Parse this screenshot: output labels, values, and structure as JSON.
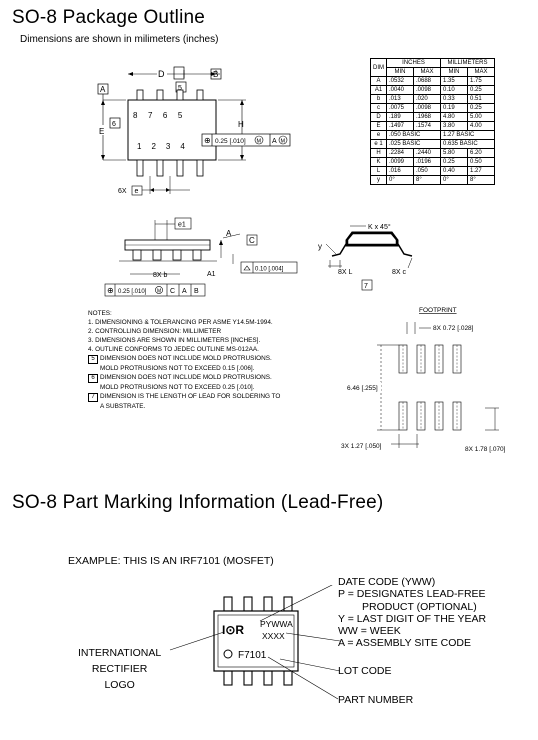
{
  "title": "SO-8  Package Outline",
  "subtitle": "Dimensions are shown in milimeters (inches)",
  "top_view": {
    "label_D": "D",
    "label_B": "B",
    "label_A": "A",
    "label_E": "E",
    "label_H": "H",
    "flag_5": "5",
    "flag_6": "6",
    "pins_top": [
      "8",
      "7",
      "6",
      "5"
    ],
    "pins_bottom": [
      "1",
      "2",
      "3",
      "4"
    ],
    "tol_sym": "⊕",
    "tol_value": "0.25 [.010]",
    "tol_mod": "M",
    "tol_ref": "A",
    "tol_mod2": "M",
    "pitch_label": "6X",
    "pitch_sym": "e"
  },
  "side_view": {
    "e1": "e1",
    "A": "A",
    "C": "C",
    "A1": "A1",
    "b": "8X b",
    "flat_value": "0.10 [.004]",
    "tol_value": "0.25 [.010]",
    "tol_mod": "M",
    "ref_c": "C",
    "ref_a": "A",
    "ref_b": "B"
  },
  "end_view": {
    "chamfer": "K x 45°",
    "y": "y",
    "L": "8X L",
    "c": "8X c",
    "note7": "7"
  },
  "dim_table": {
    "header_dim": "DIM",
    "header_inches": "INCHES",
    "header_mm": "MILLIMETERS",
    "sub": [
      "MIN",
      "MAX",
      "MIN",
      "MAX"
    ],
    "rows": [
      [
        "A",
        ".0532",
        ".0688",
        "1.35",
        "1.75"
      ],
      [
        "A1",
        ".0040",
        ".0098",
        "0.10",
        "0.25"
      ],
      [
        "b",
        ".013",
        ".020",
        "0.33",
        "0.51"
      ],
      [
        "c",
        ".0075",
        ".0098",
        "0.19",
        "0.25"
      ],
      [
        "D",
        ".189",
        ".1968",
        "4.80",
        "5.00"
      ],
      [
        "E",
        ".1497",
        ".1574",
        "3.80",
        "4.00"
      ],
      [
        "e",
        ".050 BASIC",
        "",
        "1.27 BASIC",
        ""
      ],
      [
        "e 1",
        ".025 BASIC",
        "",
        "0.635 BASIC",
        ""
      ],
      [
        "H",
        ".2284",
        ".2440",
        "5.80",
        "6.20"
      ],
      [
        "K",
        ".0099",
        ".0196",
        "0.25",
        "0.50"
      ],
      [
        "L",
        ".016",
        ".050",
        "0.40",
        "1.27"
      ],
      [
        "y",
        "0°",
        "8°",
        "0°",
        "8°"
      ]
    ]
  },
  "notes": {
    "heading": "NOTES:",
    "items": [
      "1.  DIMENSIONING & TOLERANCING PER ASME Y14.5M-1994.",
      "2.  CONTROLLING DIMENSION: MILLIMETER",
      "3.  DIMENSIONS ARE SHOWN IN MILLIMETERS [INCHES].",
      "4.  OUTLINE CONFORMS TO JEDEC OUTLINE MS-012AA."
    ],
    "flagged": [
      {
        "num": "5",
        "lines": [
          "DIMENSION DOES NOT INCLUDE MOLD PROTRUSIONS.",
          "MOLD PROTRUSIONS NOT TO EXCEED 0.15 [.006]."
        ]
      },
      {
        "num": "6",
        "lines": [
          "DIMENSION DOES NOT INCLUDE MOLD PROTRUSIONS.",
          "MOLD PROTRUSIONS NOT TO EXCEED 0.25 [.010]."
        ]
      },
      {
        "num": "7",
        "lines": [
          "DIMENSION IS THE LENGTH OF LEAD FOR SOLDERING TO",
          "A SUBSTRATE."
        ]
      }
    ]
  },
  "footprint": {
    "title": "FOOTPRINT",
    "pad_width": "8X 0.72 [.028]",
    "height": "6.46 [.255]",
    "pitch": "3X 1.27 [.050]",
    "pad_len": "8X 1.78 [.070]"
  },
  "marking": {
    "title": "SO-8 Part Marking Information (Lead-Free)",
    "example": "EXAMPLE: THIS IS AN IRF7101 (MOSFET)",
    "logo_text": "I⊙R",
    "code_line1": "PYWWA",
    "code_line2": "XXXX",
    "part": "F7101",
    "logo_label": [
      "INTERNATIONAL",
      "RECTIFIER",
      "LOGO"
    ],
    "right_labels": [
      "DATE CODE (YWW)",
      "P = DESIGNATES LEAD-FREE",
      "PRODUCT (OPTIONAL)",
      "Y = LAST DIGIT OF THE YEAR",
      "WW = WEEK",
      "A = ASSEMBLY SITE CODE"
    ],
    "lot_code": "LOT CODE",
    "part_number": "PART NUMBER"
  }
}
